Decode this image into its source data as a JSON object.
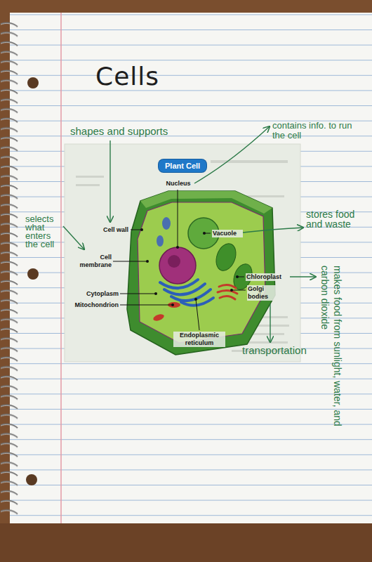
{
  "diagram": {
    "title": "Cells",
    "nodes": [
      {
        "text": [
          "Plant Cell"
        ]
      }
    ],
    "labels": [
      "shapes and supports",
      "contains info. to run the cell",
      "selects what enters the cell",
      "Nucleus",
      "Cell wall",
      "Vacuole",
      "stores food and waste",
      "Cell membrane",
      "Chloroplast",
      "makes food from sunlight, water, and carbon dioxide",
      "Cytoplasm",
      "Golgi bodies",
      "Mitochondrion",
      "Endoplasmic reticulum",
      "transportation"
    ]
  }
}
